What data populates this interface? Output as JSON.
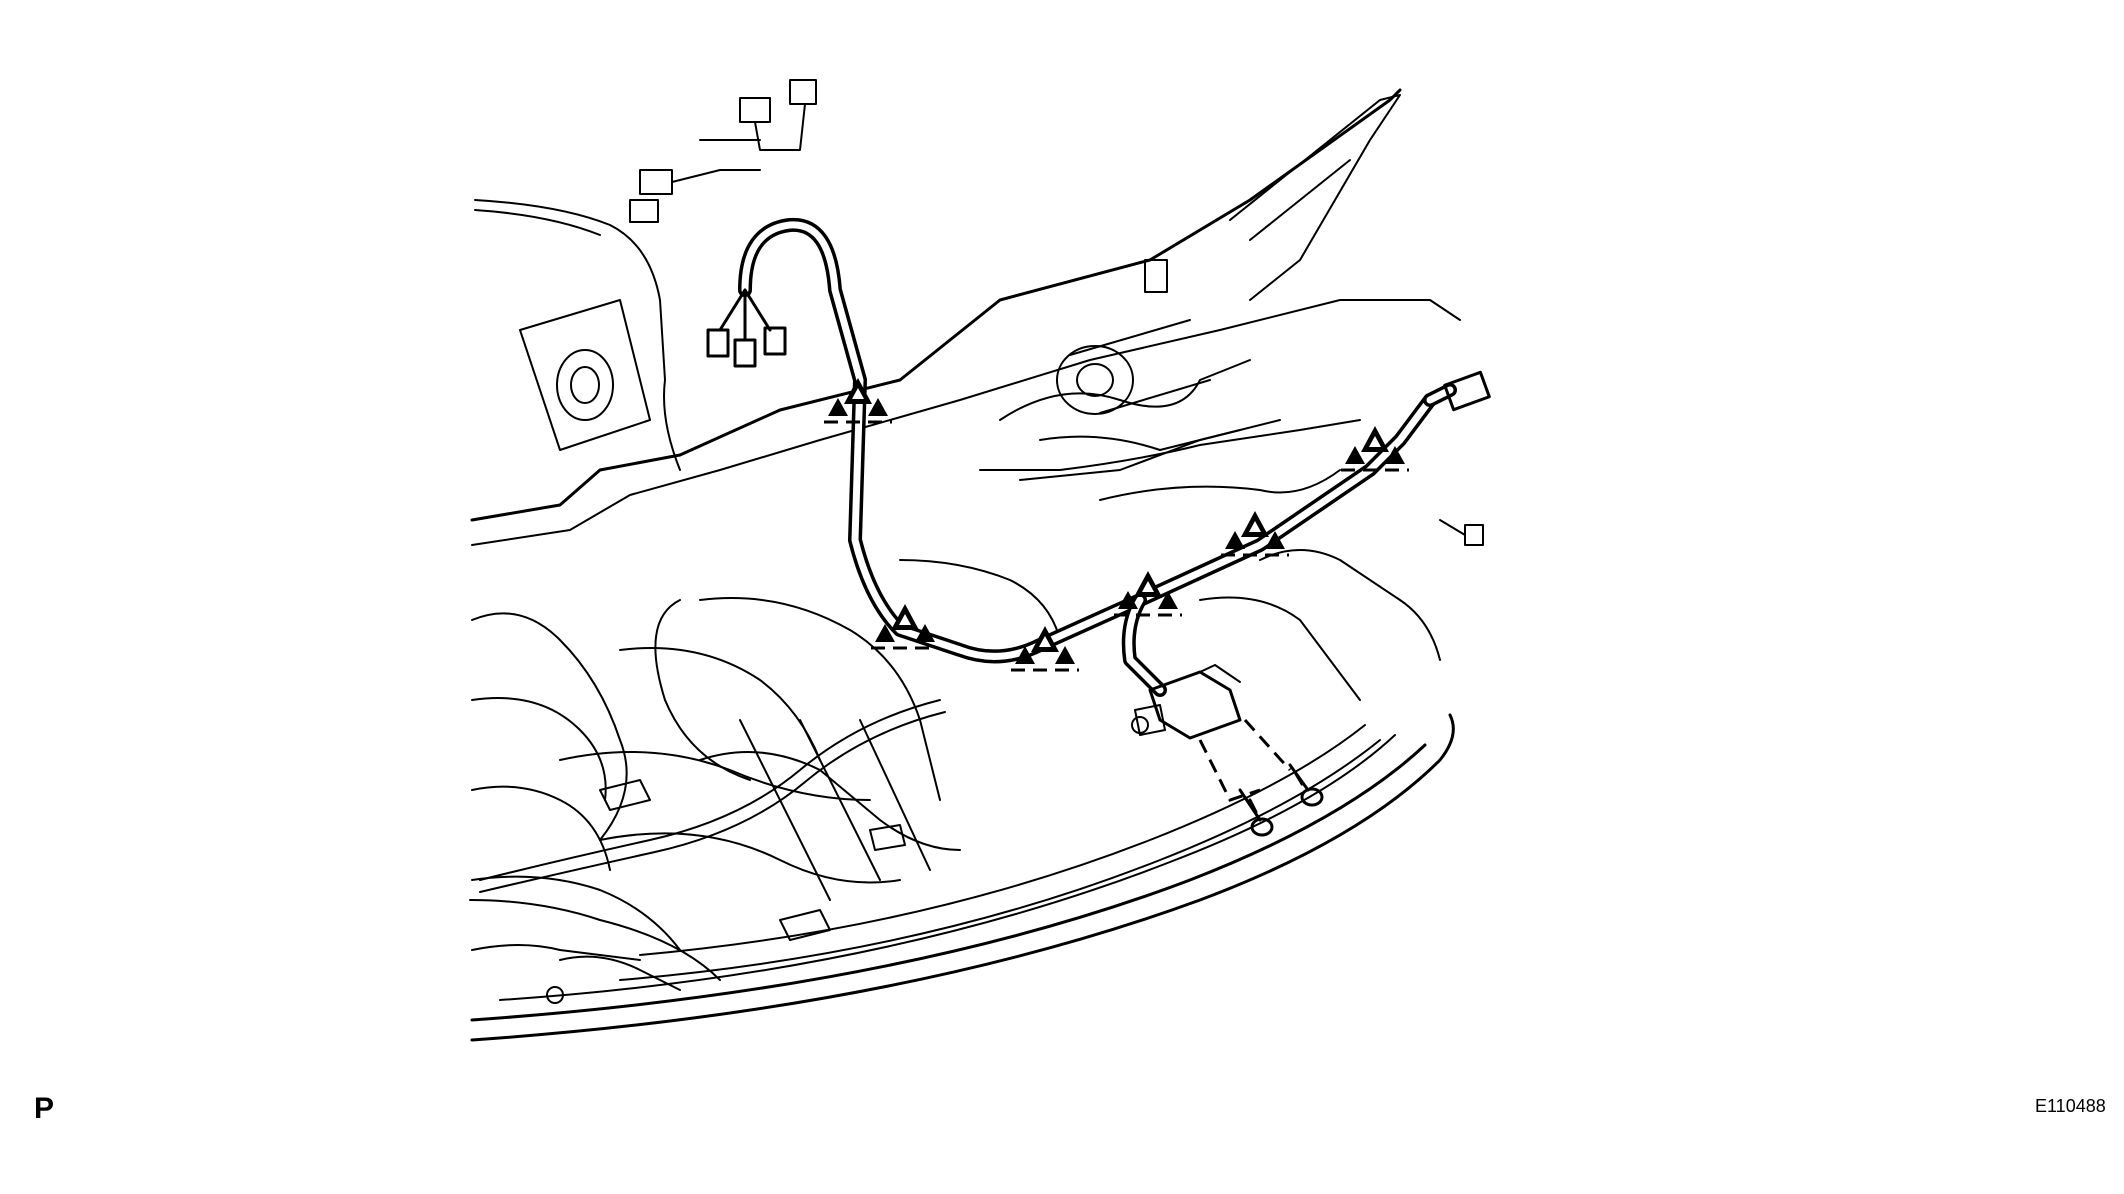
{
  "labels": {
    "corner_letter": "P",
    "figure_code": "E110488"
  },
  "illustration": {
    "subject": "instrument-panel-wire-harness",
    "clamp_icon": "clamp-triangle-icon",
    "clamp_count": 6,
    "connector_count": 4,
    "bolt_count": 2
  },
  "colors": {
    "line": "#000000",
    "background": "#ffffff"
  }
}
